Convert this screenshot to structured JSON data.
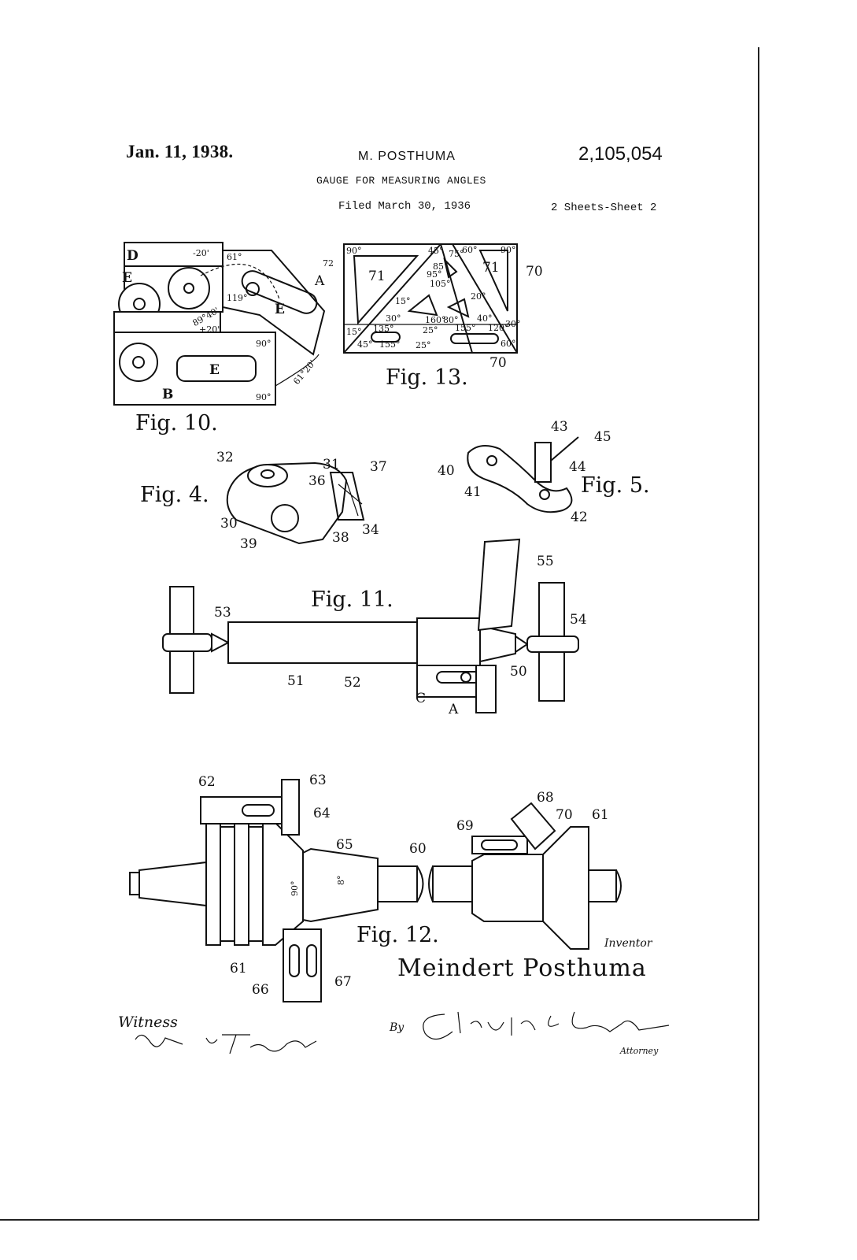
{
  "header": {
    "date": "Jan. 11, 1938.",
    "inventor_name": "M. POSTHUMA",
    "patent_number": "2,105,054",
    "title": "GAUGE FOR MEASURING ANGLES",
    "filed": "Filed March 30, 1936",
    "sheets": "2 Sheets-Sheet 2"
  },
  "figures": {
    "fig10": {
      "label": "Fig. 10.",
      "refs": [
        "D",
        "E",
        "E",
        "A",
        "B"
      ],
      "angles": [
        "-20'",
        "61°",
        "119°",
        "89°40'",
        "+20'",
        "90°",
        "90°",
        "61°20'"
      ]
    },
    "fig13": {
      "label": "Fig. 13.",
      "refs": [
        "72",
        "71",
        "71",
        "70",
        "70"
      ],
      "angles": [
        "90°",
        "45°",
        "75°",
        "60°",
        "90°",
        "85°",
        "95°",
        "105°",
        "15°",
        "30°",
        "20°",
        "160°",
        "80°",
        "40°",
        "135°",
        "25°",
        "155°",
        "120°",
        "30°",
        "45°",
        "155°",
        "25°",
        "60°",
        "15°"
      ]
    },
    "fig4": {
      "label": "Fig. 4.",
      "refs": [
        "32",
        "31",
        "37",
        "36",
        "30",
        "39",
        "38",
        "34"
      ]
    },
    "fig5": {
      "label": "Fig. 5.",
      "refs": [
        "43",
        "45",
        "40",
        "41",
        "44",
        "42"
      ]
    },
    "fig11": {
      "label": "Fig. 11.",
      "refs": [
        "55",
        "53",
        "54",
        "51",
        "52",
        "50",
        "C",
        "A"
      ]
    },
    "fig12": {
      "label": "Fig. 12.",
      "refs": [
        "62",
        "63",
        "64",
        "65",
        "60",
        "68",
        "69",
        "70",
        "61",
        "61",
        "66",
        "67"
      ],
      "angles": [
        "90°",
        "8°"
      ]
    }
  },
  "signatures": {
    "inventor_caption": "Inventor",
    "inventor_full_name": "Meindert  Posthuma",
    "witness_caption": "Witness",
    "witness_signature": "Robert G. Trumbull",
    "by_caption": "By",
    "attorney_signature": "Clayton L. Jenks",
    "attorney_caption": "Attorney"
  }
}
